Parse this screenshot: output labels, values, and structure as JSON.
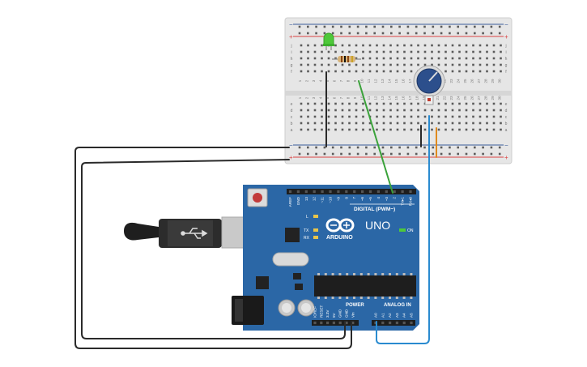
{
  "colors": {
    "breadboard": "#e6e6e6",
    "breadboard_holes": "#5a5a5a",
    "rail_red": "#d94141",
    "rail_blue": "#3b5c9a",
    "arduino_board": "#2b67a6",
    "arduino_dark": "#1f4f82",
    "header_black": "#1e1e1e",
    "led_green": "#4ec83a",
    "wire_black": "#2a2a2a",
    "wire_green": "#3aa23a",
    "wire_blue": "#2a8bd0",
    "wire_orange": "#e08a1e",
    "pot_knob": "#2c4f8c"
  },
  "breadboard": {
    "row_letters_top": [
      "j",
      "i",
      "h",
      "g",
      "f"
    ],
    "row_letters_bottom": [
      "e",
      "d",
      "c",
      "b",
      "a"
    ],
    "column_numbers": [
      "1",
      "2",
      "3",
      "4",
      "5",
      "6",
      "7",
      "8",
      "9",
      "10",
      "11",
      "12",
      "13",
      "14",
      "15",
      "16",
      "17",
      "18",
      "19",
      "20",
      "21",
      "22",
      "23",
      "24",
      "25",
      "26",
      "27",
      "28",
      "29",
      "30"
    ],
    "rail_plus": "+",
    "rail_minus": "−"
  },
  "arduino": {
    "brand": "ARDUINO",
    "model": "UNO",
    "digital_label": "DIGITAL (PWM~)",
    "power_label": "POWER",
    "analog_label": "ANALOG IN",
    "on_label": "ON",
    "led_labels": [
      "L",
      "TX",
      "RX"
    ],
    "digital_pins": [
      "AREF",
      "GND",
      "13",
      "12",
      "~11",
      "~10",
      "~9",
      "8",
      "7",
      "~6",
      "~5",
      "4",
      "~3",
      "2",
      "TX▸1",
      "RX◂0"
    ],
    "power_pins": [
      "IOREF",
      "RESET",
      "3.3V",
      "5V",
      "GND",
      "GND",
      "Vin"
    ],
    "analog_pins": [
      "A0",
      "A1",
      "A2",
      "A3",
      "A4",
      "A5"
    ]
  }
}
